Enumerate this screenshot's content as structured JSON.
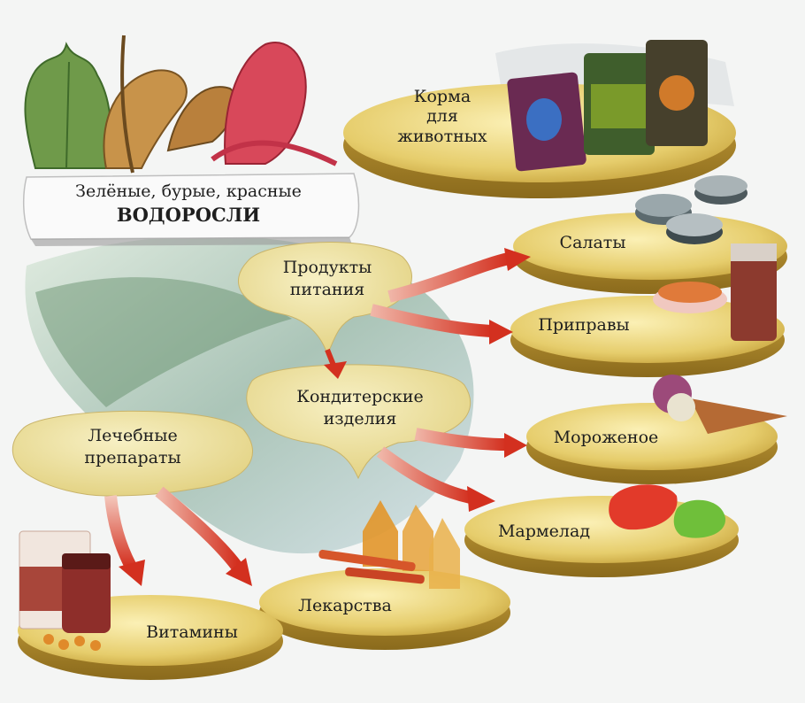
{
  "source": {
    "line1": "Зелёные, бурые, красные",
    "line2": "ВОДОРОСЛИ"
  },
  "nodes": {
    "feed": [
      "Корма",
      "для",
      "животных"
    ],
    "food": [
      "Продукты",
      "питания"
    ],
    "confectionery": [
      "Кондитерские",
      "изделия"
    ],
    "medical": [
      "Лечебные",
      "препараты"
    ]
  },
  "products": {
    "salads": "Салаты",
    "seasonings": "Приправы",
    "icecream": "Мороженое",
    "marmalade": "Мармелад",
    "medicines": "Лекарства",
    "vitamins": "Витамины"
  },
  "colors": {
    "disc": "#e8d27a",
    "disc_edge": "#b58f2a",
    "arrow": "#d73a2c",
    "node": "#ece1a2"
  }
}
